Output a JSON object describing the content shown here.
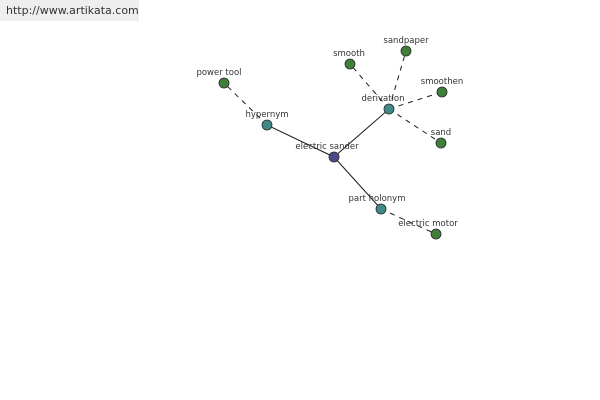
{
  "header": {
    "url_text": "http://www.artikata.com"
  },
  "graph": {
    "colors": {
      "center": "#4b4b8c",
      "relation": "#3f8a86",
      "leaf": "#3f7f3a",
      "node_stroke": "#2a2a2a",
      "edge": "#1a1a1a"
    },
    "nodes": [
      {
        "id": "electric-sander",
        "label": "electric sander",
        "kind": "center"
      },
      {
        "id": "hypernym",
        "label": "hypernym",
        "kind": "relation"
      },
      {
        "id": "derivation",
        "label": "derivation",
        "kind": "relation"
      },
      {
        "id": "part-holonym",
        "label": "part holonym",
        "kind": "relation"
      },
      {
        "id": "power-tool",
        "label": "power tool",
        "kind": "leaf"
      },
      {
        "id": "smooth",
        "label": "smooth",
        "kind": "leaf"
      },
      {
        "id": "sandpaper",
        "label": "sandpaper",
        "kind": "leaf"
      },
      {
        "id": "smoothen",
        "label": "smoothen",
        "kind": "leaf"
      },
      {
        "id": "sand",
        "label": "sand",
        "kind": "leaf"
      },
      {
        "id": "electric-motor",
        "label": "electric motor",
        "kind": "leaf"
      }
    ],
    "edges": [
      {
        "from": "electric-sander",
        "to": "hypernym",
        "style": "solid"
      },
      {
        "from": "electric-sander",
        "to": "derivation",
        "style": "solid"
      },
      {
        "from": "electric-sander",
        "to": "part-holonym",
        "style": "solid"
      },
      {
        "from": "hypernym",
        "to": "power-tool",
        "style": "dashed"
      },
      {
        "from": "derivation",
        "to": "smooth",
        "style": "dashed"
      },
      {
        "from": "derivation",
        "to": "sandpaper",
        "style": "dashed"
      },
      {
        "from": "derivation",
        "to": "smoothen",
        "style": "dashed"
      },
      {
        "from": "derivation",
        "to": "sand",
        "style": "dashed"
      },
      {
        "from": "part-holonym",
        "to": "electric-motor",
        "style": "dashed"
      }
    ]
  }
}
